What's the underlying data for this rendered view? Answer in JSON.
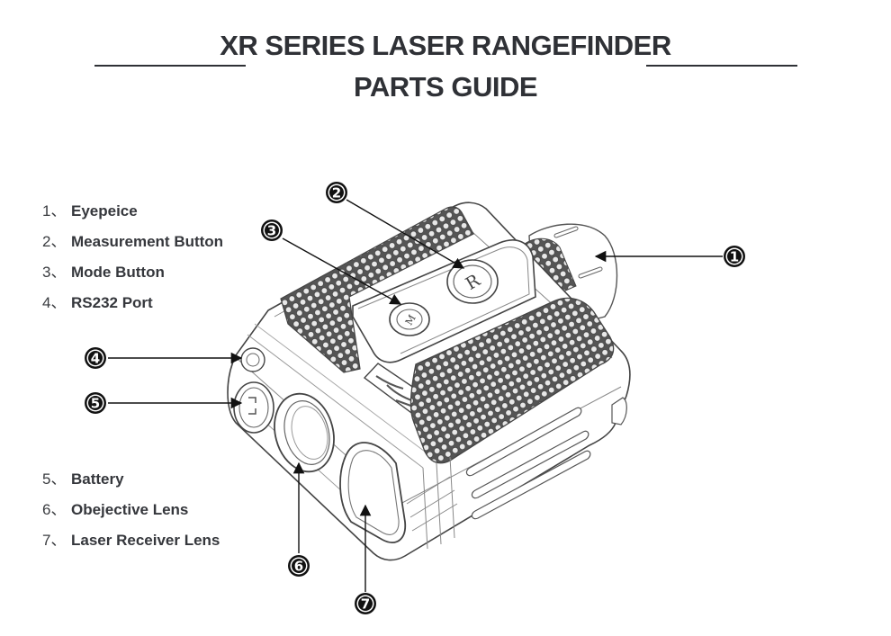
{
  "header": {
    "title_line1": "XR SERIES LASER RANGEFINDER",
    "title_line2": "PARTS GUIDE"
  },
  "legend": {
    "items": [
      {
        "number": "1、",
        "label": "Eyepeice"
      },
      {
        "number": "2、",
        "label": "Measurement Button"
      },
      {
        "number": "3、",
        "label": "Mode Button"
      },
      {
        "number": "4、",
        "label": "RS232 Port"
      },
      {
        "number": "5、",
        "label": "Battery"
      },
      {
        "number": "6、",
        "label": "Obejective Lens"
      },
      {
        "number": "7、",
        "label": "Laser Receiver Lens"
      }
    ]
  },
  "diagram": {
    "subject": "laser rangefinder device illustration",
    "callouts": [
      {
        "id": "1",
        "target": "eyepiece"
      },
      {
        "id": "2",
        "target": "measurement-button"
      },
      {
        "id": "3",
        "target": "mode-button"
      },
      {
        "id": "4",
        "target": "rs232-port"
      },
      {
        "id": "5",
        "target": "battery"
      },
      {
        "id": "6",
        "target": "objective-lens"
      },
      {
        "id": "7",
        "target": "laser-receiver-lens"
      }
    ],
    "button_glyphs": {
      "measurement": "R",
      "mode": "M"
    },
    "line_color": "#1a1a1a",
    "body_stroke": "#555555",
    "texture_color": "#6b6b6b"
  }
}
